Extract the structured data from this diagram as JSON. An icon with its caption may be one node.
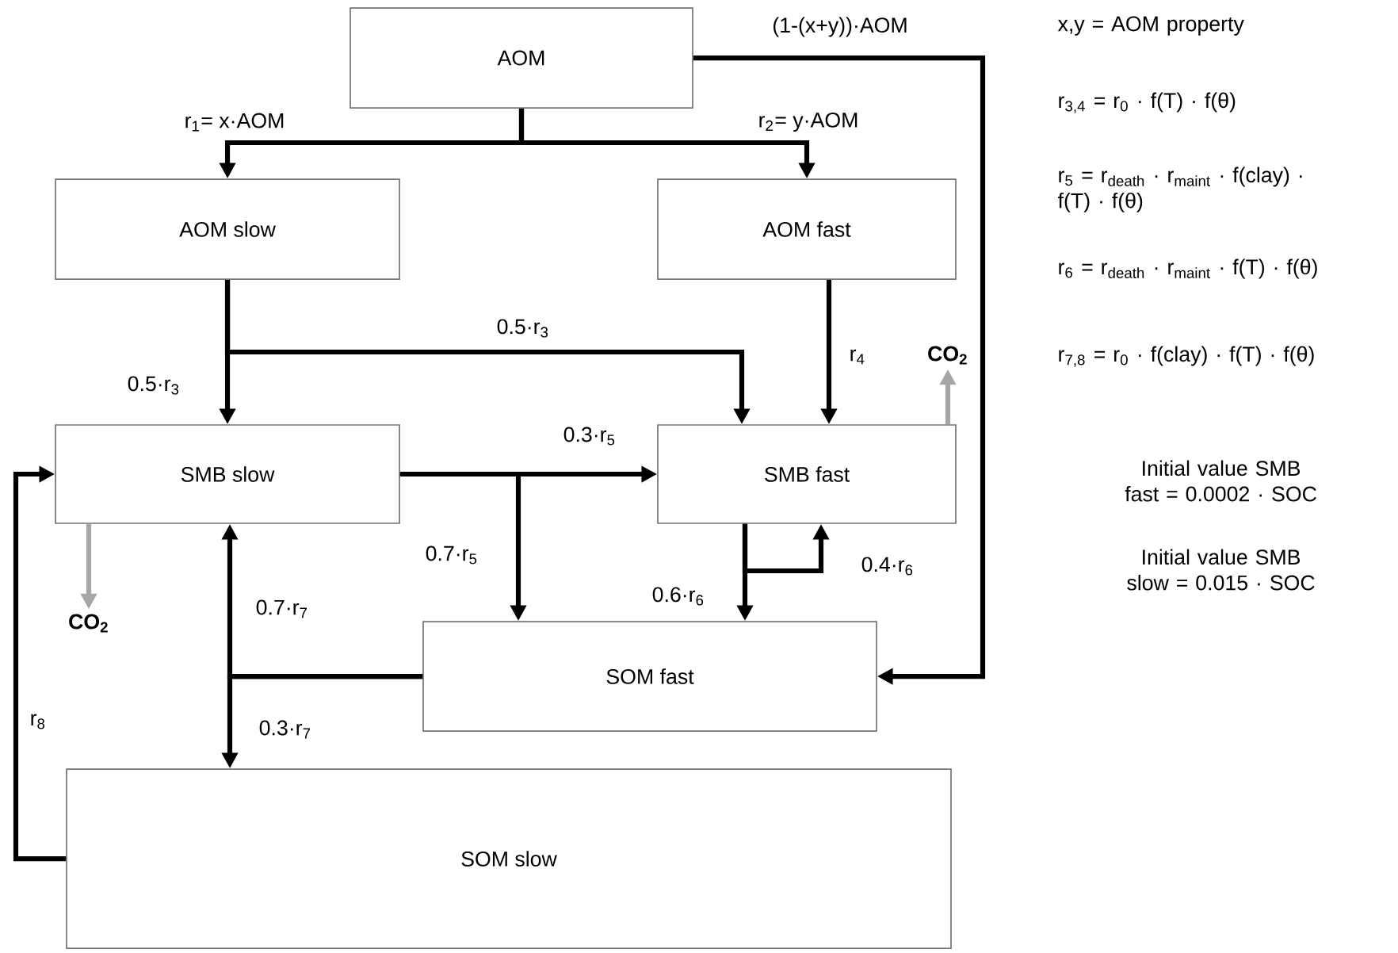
{
  "diagram": {
    "nodes": [
      {
        "text": [
          "AOM"
        ]
      },
      {
        "text": [
          "AOM slow"
        ]
      },
      {
        "text": [
          "AOM fast"
        ]
      },
      {
        "text": [
          "SMB slow"
        ]
      },
      {
        "text": [
          "SMB fast"
        ]
      },
      {
        "text": [
          "SOM fast"
        ]
      },
      {
        "text": [
          "SOM slow"
        ]
      },
      {
        "text": [
          "CO$_{2}$"
        ]
      },
      {
        "text": [
          "CO$_{2}$"
        ]
      }
    ],
    "edges": [
      {
        "from": 0,
        "to": 1,
        "arrow": "to",
        "label": "r$_{1}$= x·AOM"
      },
      {
        "from": 0,
        "to": 2,
        "arrow": "to",
        "label": "r$_{2}$= y·AOM"
      },
      {
        "from": 0,
        "to": 5,
        "arrow": "to",
        "label": "(1-(x+y))·AOM"
      },
      {
        "from": 1,
        "to": 3,
        "arrow": "to",
        "label": "0.5·r$_{3}$"
      },
      {
        "from": 1,
        "to": 4,
        "arrow": "to",
        "label": "0.5·r$_{3}$"
      },
      {
        "from": 2,
        "to": 4,
        "arrow": "to",
        "label": "r$_{4}$"
      },
      {
        "from": 3,
        "to": 4,
        "arrow": "to",
        "label": "0.3·r$_{5}$"
      },
      {
        "from": 3,
        "to": 5,
        "arrow": "to",
        "label": "0.7·r$_{5}$"
      },
      {
        "from": 4,
        "to": 5,
        "arrow": "to",
        "label": "0.6·r$_{6}$"
      },
      {
        "from": 4,
        "to": 4,
        "arrow": "to",
        "label": "0.4·r$_{6}$"
      },
      {
        "from": 5,
        "to": 3,
        "arrow": "to",
        "label": "0.7·r$_{7}$"
      },
      {
        "from": 5,
        "to": 6,
        "arrow": "to",
        "label": "0.3·r$_{7}$"
      },
      {
        "from": 6,
        "to": 3,
        "arrow": "to",
        "label": "r$_{8}$"
      },
      {
        "from": 4,
        "to": 7,
        "arrow": "to",
        "color": "#a6a6a6"
      },
      {
        "from": 3,
        "to": 8,
        "arrow": "to",
        "color": "#a6a6a6"
      }
    ],
    "labels": [
      "x,y = AOM property",
      "r$_{3,4}$ = r$_{0}$ · f(T) · f(θ)",
      "r$_{5}$ = r$_{death}$ · r$_{maint}$ · f(clay) · f(T) · f(θ)",
      "r$_{6}$ = r$_{death}$ · r$_{maint}$ · f(T) · f(θ)",
      "r$_{7,8}$ = r$_{0}$ · f(clay) · f(T) · f(θ)",
      "Initial value SMB fast = 0.0002 · SOC",
      "Initial value SMB slow = 0.015 · SOC"
    ]
  }
}
